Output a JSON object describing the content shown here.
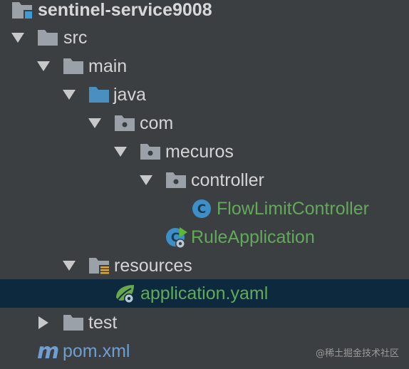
{
  "tree": {
    "root": "sentinel-service9008",
    "src": "src",
    "main": "main",
    "java": "java",
    "com": "com",
    "mecuros": "mecuros",
    "controller": "controller",
    "flow_limit_controller": "FlowLimitController",
    "rule_application": "RuleApplication",
    "resources": "resources",
    "application_yaml": "application.yaml",
    "test": "test",
    "pom": "pom.xml"
  },
  "class_badge_letter": "C",
  "maven_badge_letter": "m",
  "watermark": "@稀土掘金技术社区",
  "colors": {
    "background": "#3c3f41",
    "selection": "#0d293e",
    "folder": "#9aa1a8",
    "source_folder": "#4a8fc0",
    "class_badge": "#3d8fc7",
    "spring_green": "#6aa84f",
    "text": "#d4d4d4",
    "text_green": "#62a95b",
    "maven_blue": "#6f9fd0"
  }
}
